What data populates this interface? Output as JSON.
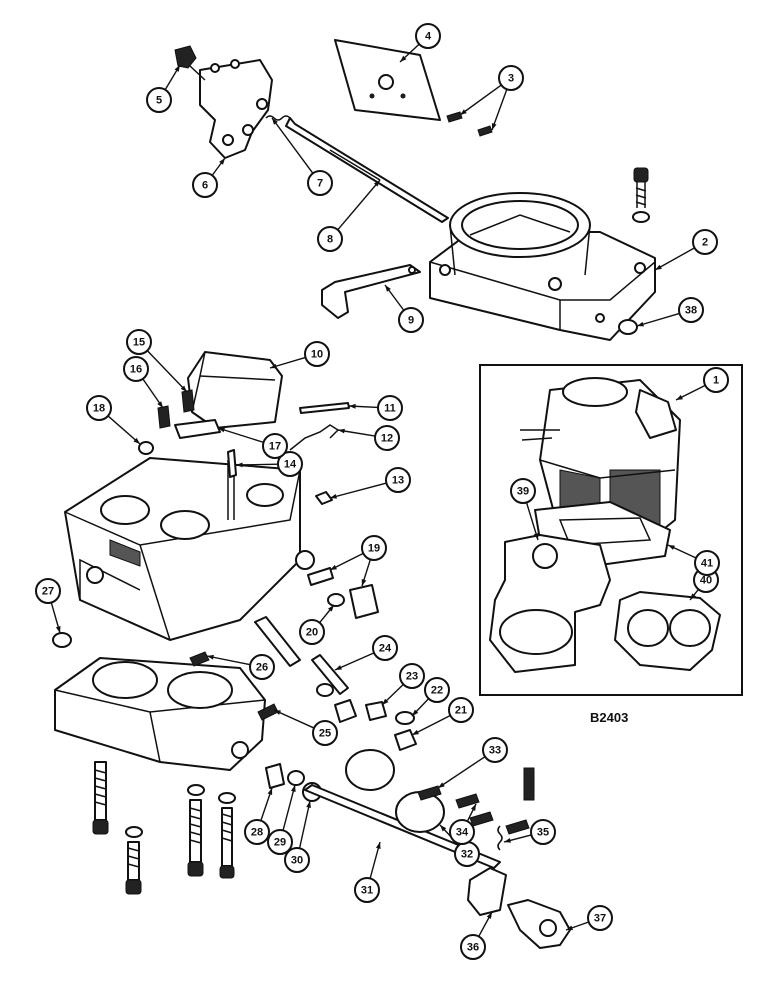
{
  "figure_ref": "B2403",
  "callouts": [
    "1",
    "2",
    "3",
    "4",
    "5",
    "6",
    "7",
    "8",
    "9",
    "10",
    "11",
    "12",
    "13",
    "14",
    "15",
    "16",
    "17",
    "18",
    "19",
    "20",
    "21",
    "22",
    "23",
    "24",
    "25",
    "26",
    "27",
    "28",
    "29",
    "30",
    "31",
    "32",
    "33",
    "34",
    "35",
    "36",
    "37",
    "38",
    "39",
    "40",
    "41"
  ],
  "colors": {
    "ink": "#111111",
    "paper": "#ffffff"
  }
}
